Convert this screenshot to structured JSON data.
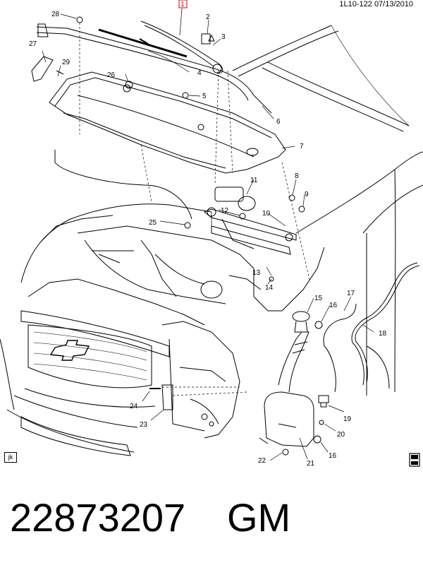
{
  "header": {
    "code": "1L10-122",
    "date": "07/13/2010"
  },
  "corner_tag": "jk",
  "footer": {
    "part_number": "22873207",
    "brand": "GM"
  },
  "callouts": [
    {
      "id": "c1",
      "label": "1",
      "boxed": true
    },
    {
      "id": "c2",
      "label": "2"
    },
    {
      "id": "c3",
      "label": "3"
    },
    {
      "id": "c4",
      "label": "4"
    },
    {
      "id": "c5",
      "label": "5"
    },
    {
      "id": "c6",
      "label": "6"
    },
    {
      "id": "c7",
      "label": "7"
    },
    {
      "id": "c8",
      "label": "8"
    },
    {
      "id": "c9",
      "label": "9"
    },
    {
      "id": "c10",
      "label": "10"
    },
    {
      "id": "c11",
      "label": "11"
    },
    {
      "id": "c12",
      "label": "12"
    },
    {
      "id": "c13",
      "label": "13"
    },
    {
      "id": "c14",
      "label": "14"
    },
    {
      "id": "c15",
      "label": "15"
    },
    {
      "id": "c16a",
      "label": "16"
    },
    {
      "id": "c16b",
      "label": "16"
    },
    {
      "id": "c17",
      "label": "17"
    },
    {
      "id": "c18",
      "label": "18"
    },
    {
      "id": "c19",
      "label": "19"
    },
    {
      "id": "c20",
      "label": "20"
    },
    {
      "id": "c21",
      "label": "21"
    },
    {
      "id": "c22",
      "label": "22"
    },
    {
      "id": "c23",
      "label": "23"
    },
    {
      "id": "c24",
      "label": "24"
    },
    {
      "id": "c25",
      "label": "25"
    },
    {
      "id": "c26",
      "label": "26"
    },
    {
      "id": "c27",
      "label": "27"
    },
    {
      "id": "c28",
      "label": "28"
    },
    {
      "id": "c29",
      "label": "29"
    }
  ]
}
